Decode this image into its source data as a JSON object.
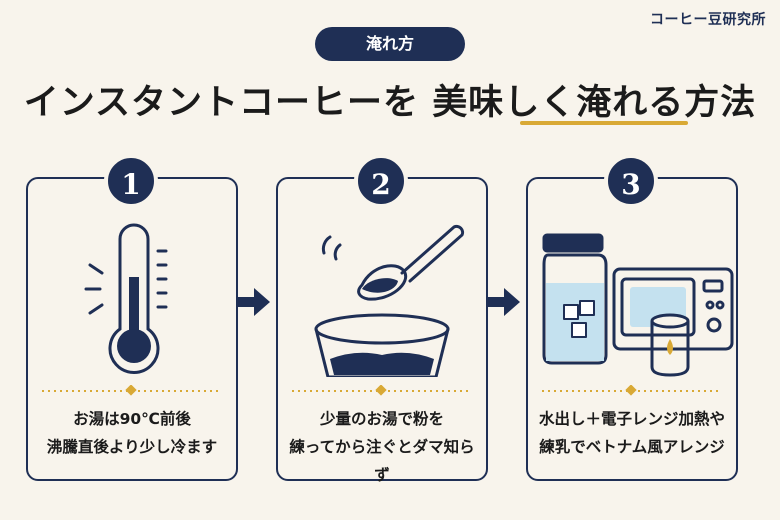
{
  "brand": "コーヒー豆研究所",
  "badge_label": "淹れ方",
  "title": "インスタントコーヒーを 美味しく淹れる方法",
  "steps": [
    {
      "number": "1",
      "line1": "お湯は90℃前後",
      "line2": "沸騰直後より少し冷ます",
      "icon": "thermometer-icon"
    },
    {
      "number": "2",
      "line1": "少量のお湯で粉を",
      "line2": "練ってから注ぐとダマ知らず",
      "icon": "spoon-bowl-icon"
    },
    {
      "number": "3",
      "line1": "水出し＋電子レンジ加熱や",
      "line2": "練乳でベトナム風アレンジ",
      "icon": "jar-microwave-icon"
    }
  ],
  "colors": {
    "navy": "#1f2f55",
    "gold": "#d9a935",
    "background": "#f8f4ec"
  }
}
